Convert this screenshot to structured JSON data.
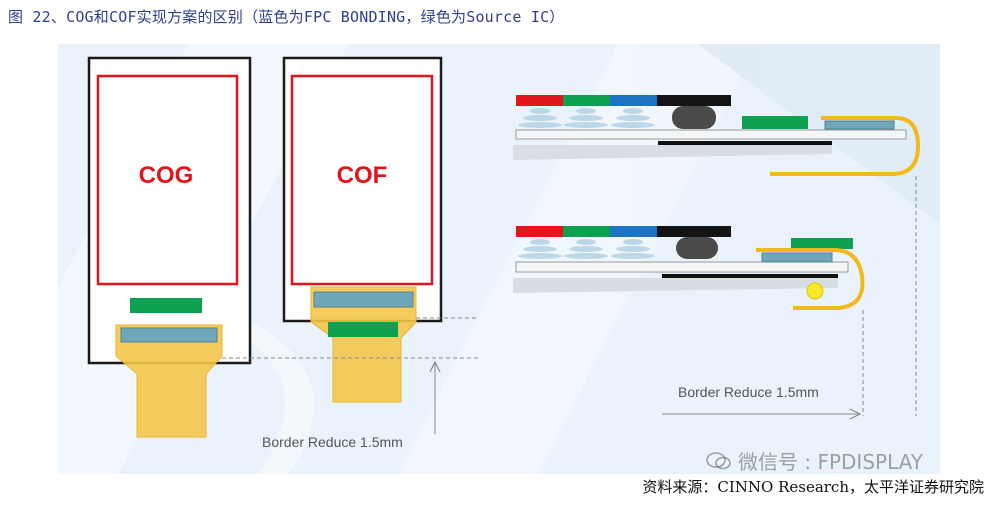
{
  "figure": {
    "title": "图 22、COG和COF实现方案的区别（蓝色为FPC BONDING，绿色为Source IC）",
    "source": "资料来源：CINNO Research，太平洋证券研究院",
    "watermark": "微信号 : FPDISPLAY"
  },
  "diagram": {
    "cog_label": "COG",
    "cof_label": "COF",
    "border_reduce_front": "Border Reduce 1.5mm",
    "border_reduce_side": "Border Reduce 1.5mm"
  },
  "colors": {
    "panel_frame": "#1a1a1a",
    "display_area": "#e2141c",
    "source_ic": "#0da050",
    "fpc_bonding": "#6fa6b8",
    "flex_circuit": "#f4c64a",
    "bend_line": "#f2b91d",
    "background": "#eaf3fb"
  }
}
